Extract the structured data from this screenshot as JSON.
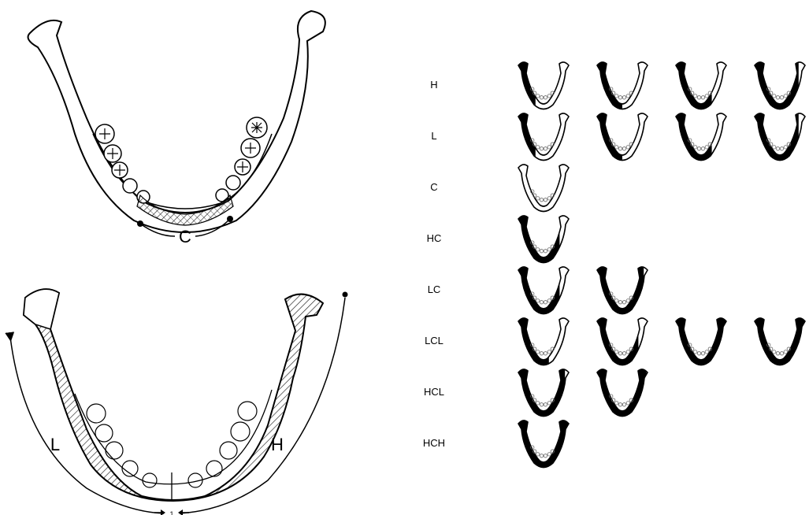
{
  "diagram": {
    "top_jaw_label": "C",
    "bottom_jaw_left_label": "L",
    "bottom_jaw_right_label": "H",
    "bottom_jaw_mid_label": "1"
  },
  "legend": {
    "rows": [
      {
        "code": "H",
        "count": 4,
        "fill_levels": [
          0.35,
          0.5,
          0.7,
          0.85
        ]
      },
      {
        "code": "L",
        "count": 4,
        "fill_levels": [
          0.35,
          0.5,
          0.7,
          0.85
        ]
      },
      {
        "code": "C",
        "count": 1,
        "fill_levels": [
          0.0
        ]
      },
      {
        "code": "HC",
        "count": 1,
        "fill_levels": [
          0.8
        ]
      },
      {
        "code": "LC",
        "count": 2,
        "fill_levels": [
          0.8,
          0.9
        ]
      },
      {
        "code": "LCL",
        "count": 4,
        "fill_levels": [
          0.6,
          0.8,
          1.0,
          1.0
        ]
      },
      {
        "code": "HCL",
        "count": 2,
        "fill_levels": [
          0.9,
          0.95
        ]
      },
      {
        "code": "HCH",
        "count": 1,
        "fill_levels": [
          1.0
        ]
      }
    ]
  },
  "colors": {
    "ink": "#000000",
    "bone": "#ffffff",
    "hatch": "#333333"
  }
}
